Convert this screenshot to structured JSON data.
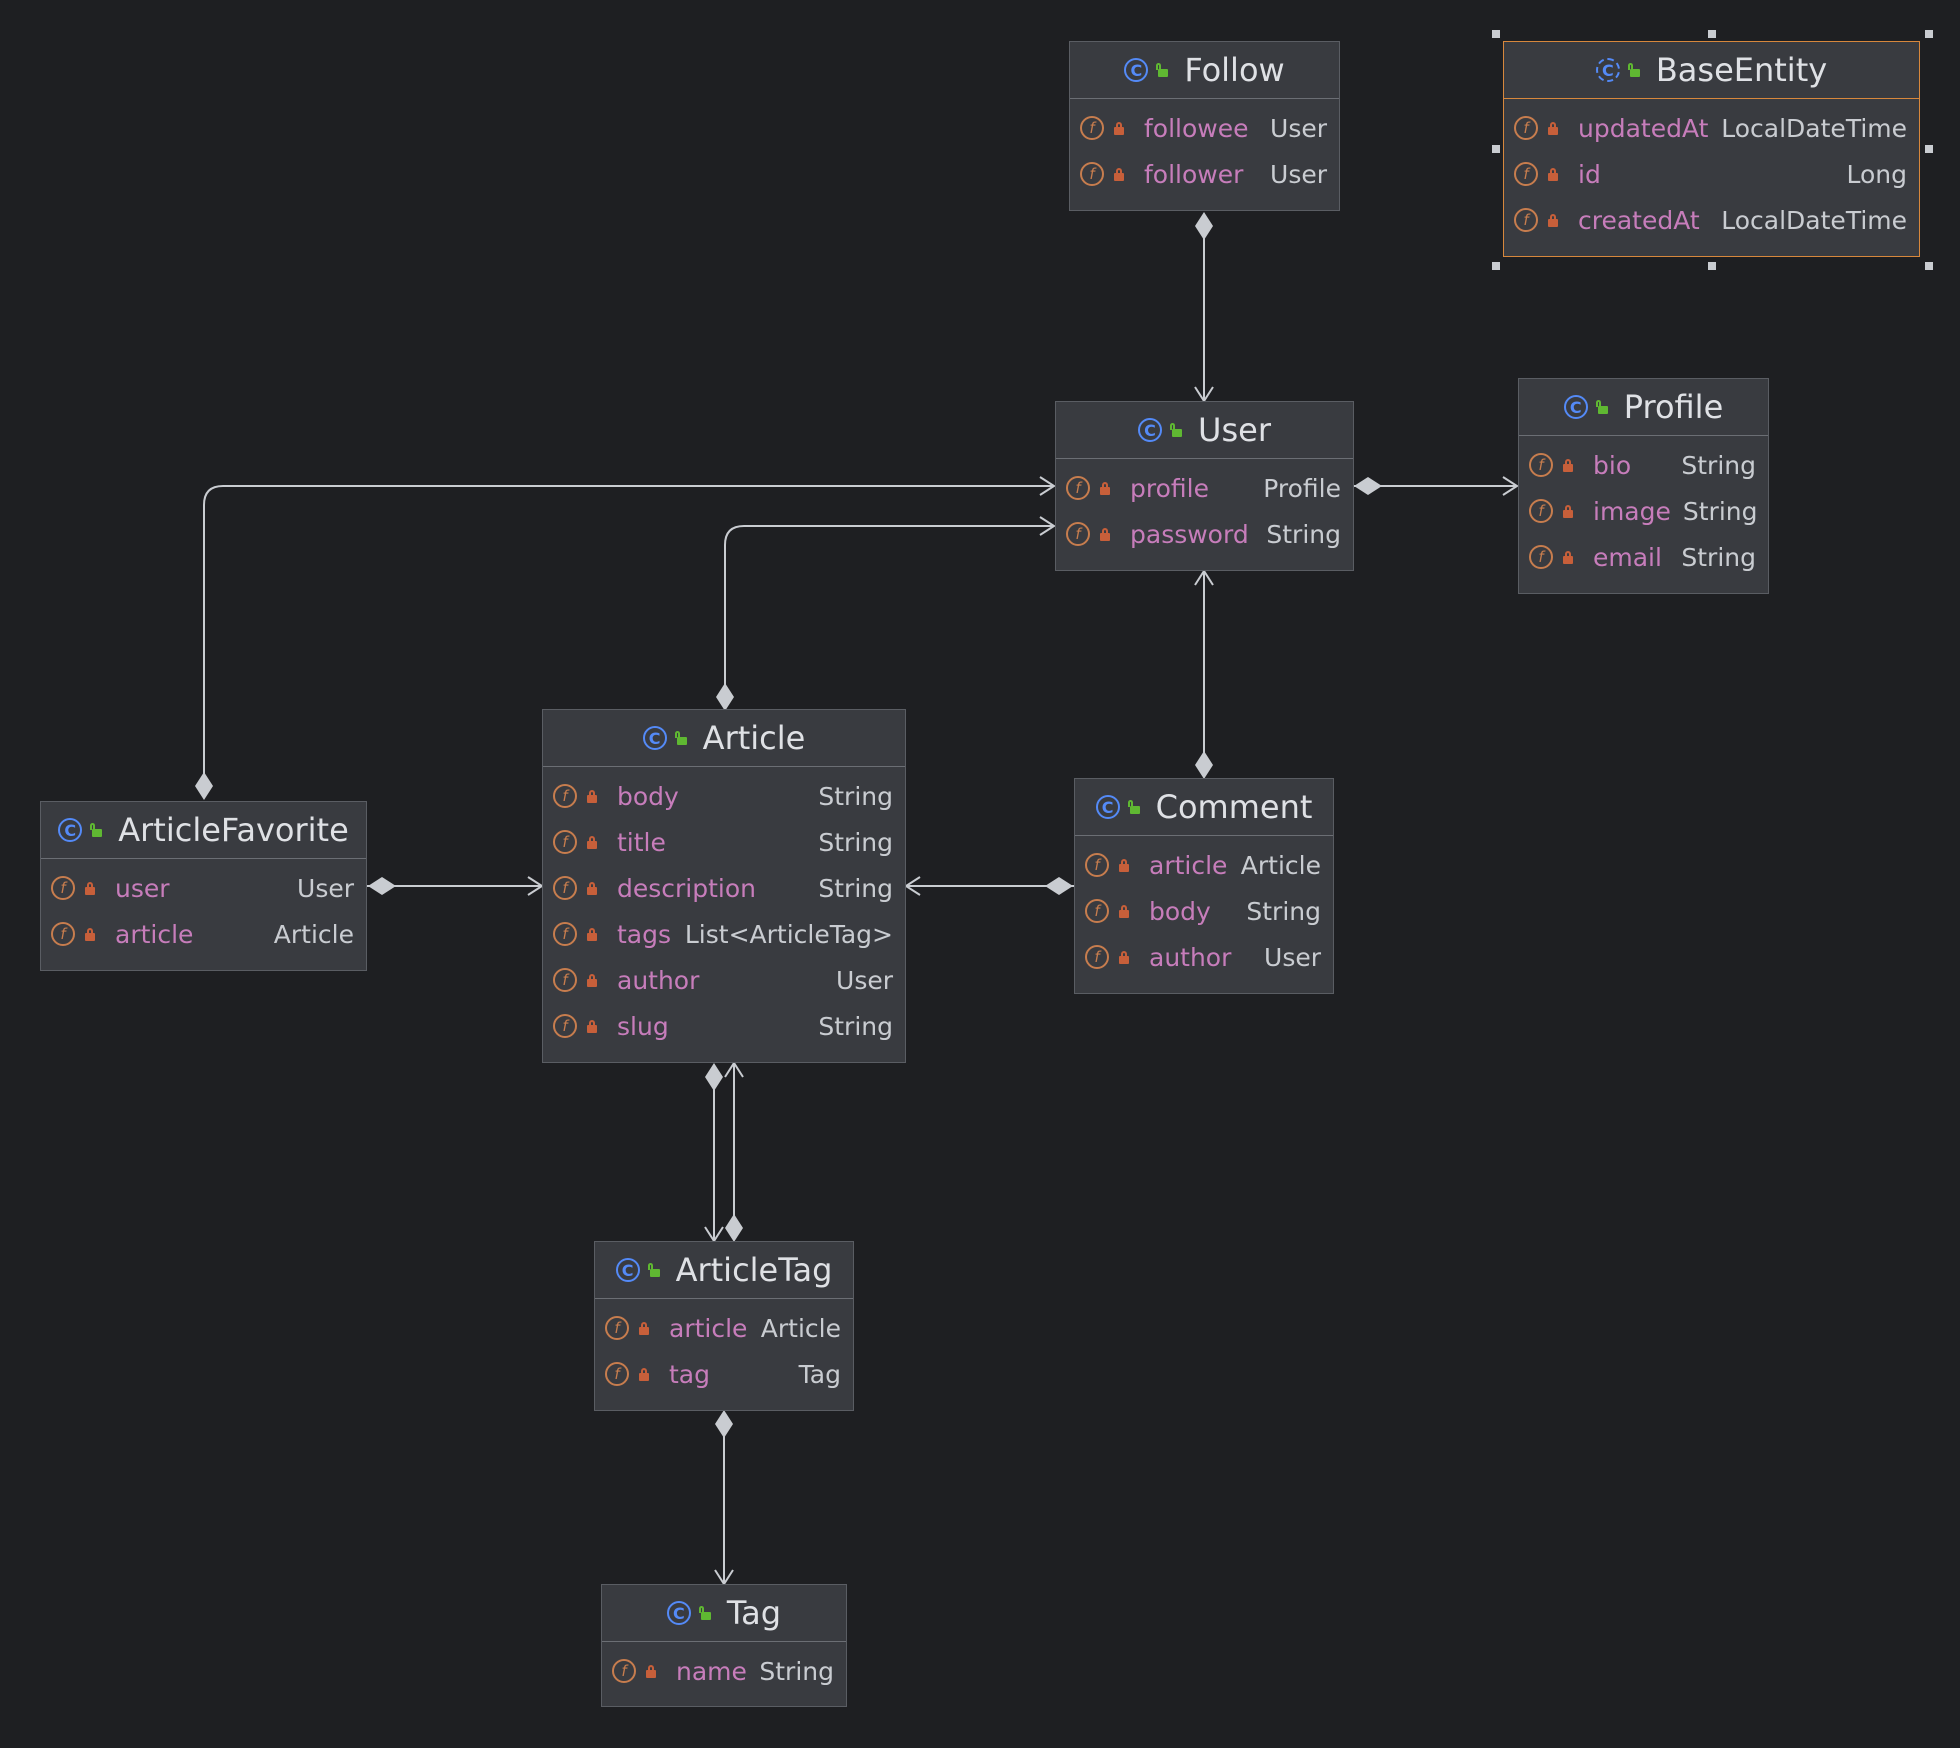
{
  "diagram": {
    "classes": {
      "follow": {
        "name": "Follow",
        "fields": [
          {
            "name": "followee",
            "type": "User"
          },
          {
            "name": "follower",
            "type": "User"
          }
        ]
      },
      "base_entity": {
        "name": "BaseEntity",
        "fields": [
          {
            "name": "updatedAt",
            "type": "LocalDateTime"
          },
          {
            "name": "id",
            "type": "Long"
          },
          {
            "name": "createdAt",
            "type": "LocalDateTime"
          }
        ]
      },
      "user": {
        "name": "User",
        "fields": [
          {
            "name": "profile",
            "type": "Profile"
          },
          {
            "name": "password",
            "type": "String"
          }
        ]
      },
      "profile": {
        "name": "Profile",
        "fields": [
          {
            "name": "bio",
            "type": "String"
          },
          {
            "name": "image",
            "type": "String"
          },
          {
            "name": "email",
            "type": "String"
          }
        ]
      },
      "article": {
        "name": "Article",
        "fields": [
          {
            "name": "body",
            "type": "String"
          },
          {
            "name": "title",
            "type": "String"
          },
          {
            "name": "description",
            "type": "String"
          },
          {
            "name": "tags",
            "type": "List<ArticleTag>"
          },
          {
            "name": "author",
            "type": "User"
          },
          {
            "name": "slug",
            "type": "String"
          }
        ]
      },
      "comment": {
        "name": "Comment",
        "fields": [
          {
            "name": "article",
            "type": "Article"
          },
          {
            "name": "body",
            "type": "String"
          },
          {
            "name": "author",
            "type": "User"
          }
        ]
      },
      "article_favorite": {
        "name": "ArticleFavorite",
        "fields": [
          {
            "name": "user",
            "type": "User"
          },
          {
            "name": "article",
            "type": "Article"
          }
        ]
      },
      "article_tag": {
        "name": "ArticleTag",
        "fields": [
          {
            "name": "article",
            "type": "Article"
          },
          {
            "name": "tag",
            "type": "Tag"
          }
        ]
      },
      "tag": {
        "name": "Tag",
        "fields": [
          {
            "name": "name",
            "type": "String"
          }
        ]
      }
    },
    "relations": [
      {
        "from": "follow",
        "to": "user",
        "kind": "composition"
      },
      {
        "from": "user",
        "to": "profile",
        "kind": "composition"
      },
      {
        "from": "article_favorite",
        "to": "user",
        "kind": "composition"
      },
      {
        "from": "article",
        "to": "user",
        "kind": "composition"
      },
      {
        "from": "comment",
        "to": "user",
        "kind": "composition"
      },
      {
        "from": "article_favorite",
        "to": "article",
        "kind": "composition"
      },
      {
        "from": "comment",
        "to": "article",
        "kind": "composition"
      },
      {
        "from": "article",
        "to": "article_tag",
        "kind": "composition"
      },
      {
        "from": "article_tag",
        "to": "article",
        "kind": "composition"
      },
      {
        "from": "article_tag",
        "to": "tag",
        "kind": "composition"
      }
    ],
    "selected": "base_entity",
    "colors": {
      "background": "#1e1f22",
      "node_fill": "#393b40",
      "selection": "#d7873c",
      "field_name": "#c77dbb",
      "class_icon": "#548af7",
      "field_icon": "#c77d4e",
      "edge": "#c9ccd1"
    }
  }
}
